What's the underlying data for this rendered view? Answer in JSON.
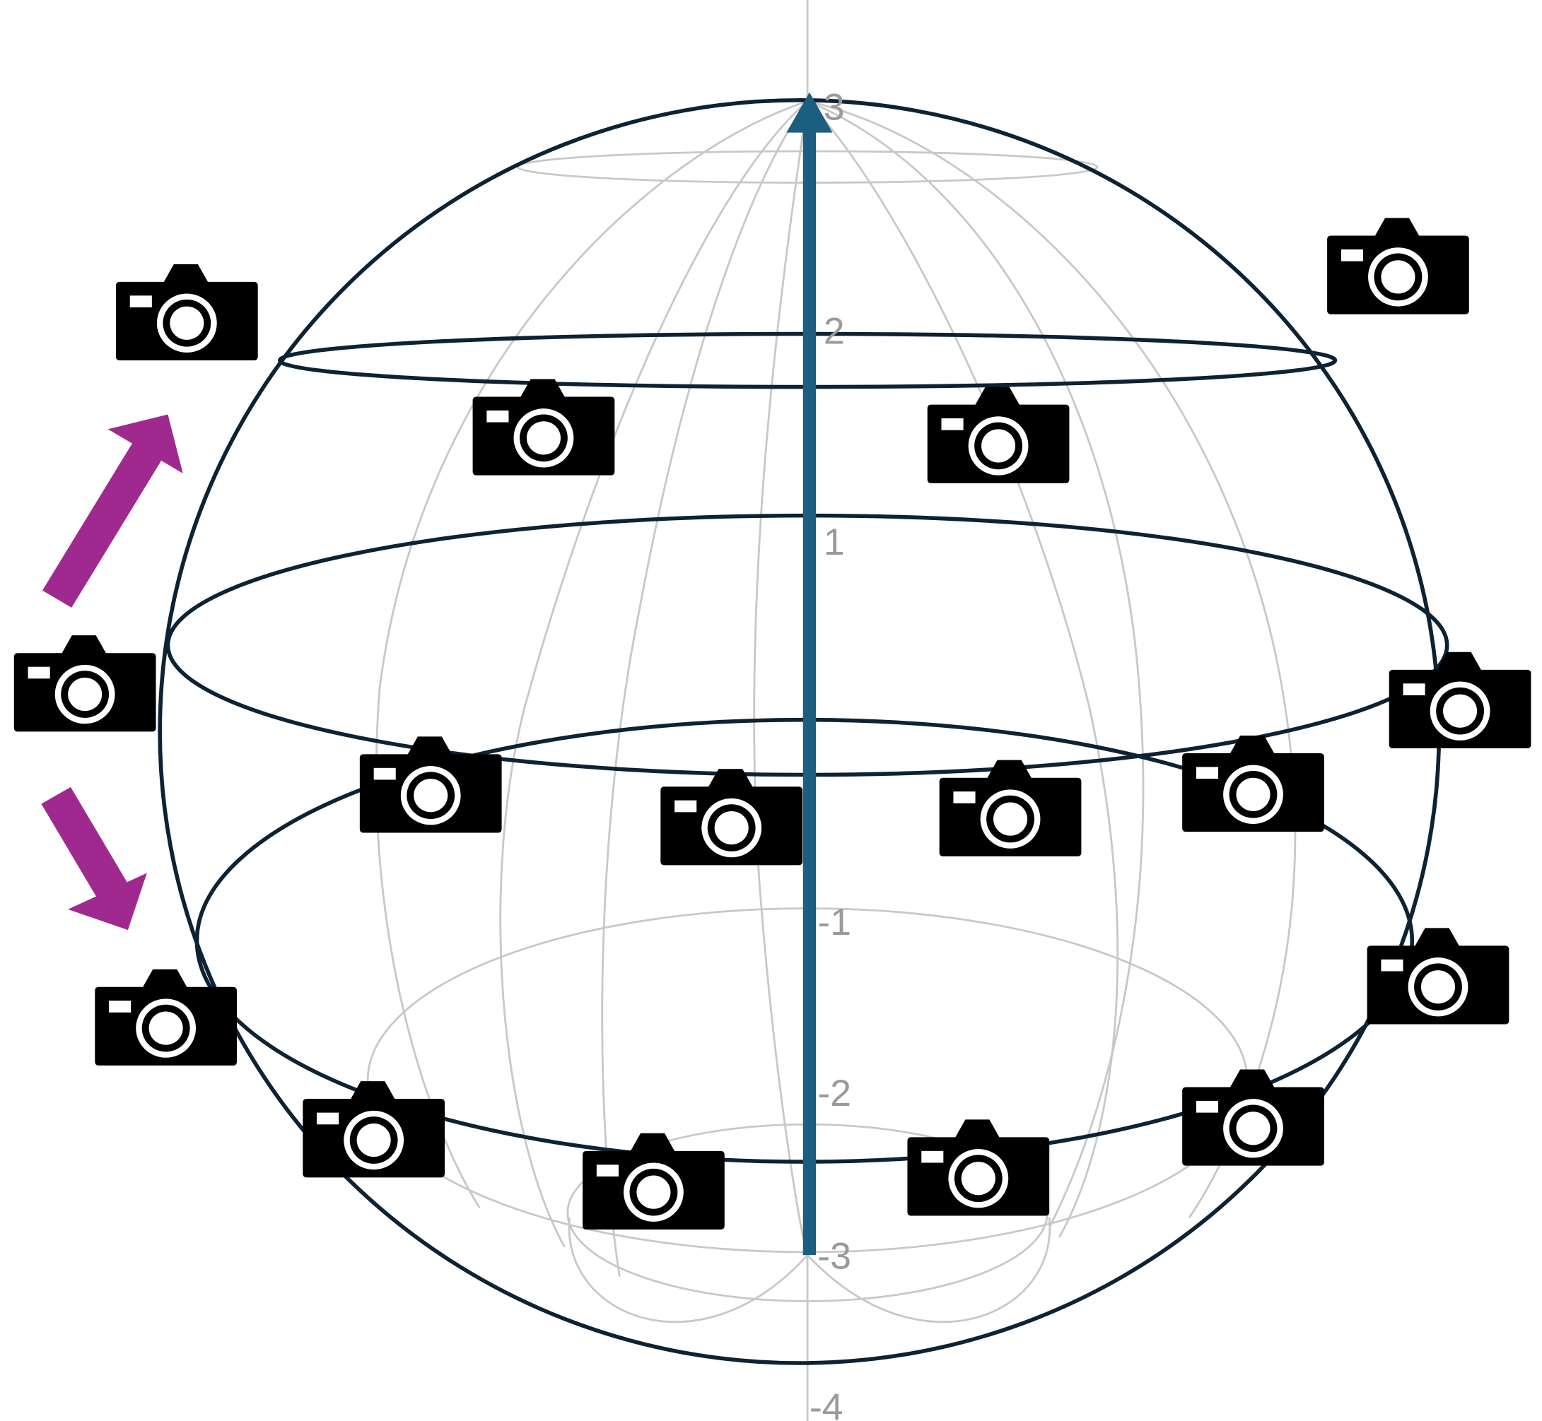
{
  "axis": {
    "tick_labels": [
      "3",
      "2",
      "1",
      "-1",
      "-2",
      "-3",
      "-4"
    ],
    "arrow_color": "#1b5e80"
  },
  "colors": {
    "sphere_outline": "#0d2233",
    "grid": "#c8c8c8",
    "move_arrows": "#a0298f",
    "camera": "#000000"
  },
  "icons": {
    "camera": "camera-icon",
    "move_up": "arrow-up-icon",
    "move_down": "arrow-down-icon"
  }
}
